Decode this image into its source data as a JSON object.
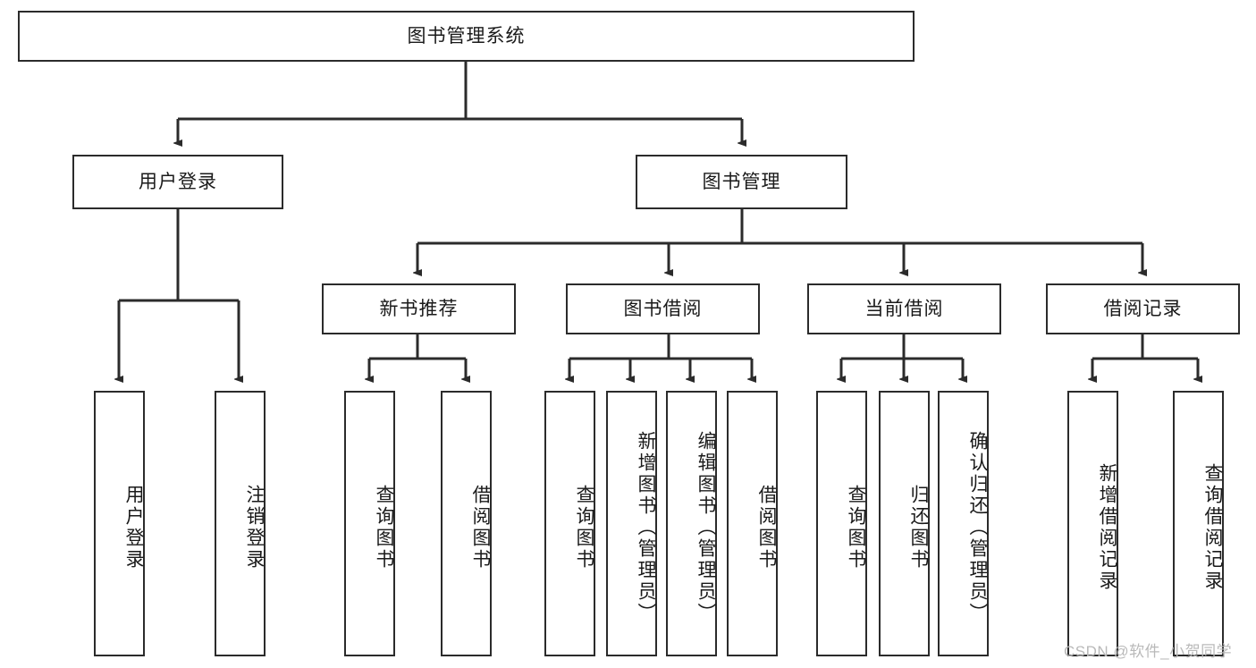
{
  "diagram": {
    "title": "图书管理系统",
    "root": {
      "label": "图书管理系统"
    },
    "level2": [
      {
        "label": "用户登录"
      },
      {
        "label": "图书管理"
      }
    ],
    "level3": [
      {
        "label": "新书推荐"
      },
      {
        "label": "图书借阅"
      },
      {
        "label": "当前借阅"
      },
      {
        "label": "借阅记录"
      }
    ],
    "leaves": {
      "user_login": [
        {
          "label": "用户登录"
        },
        {
          "label": "注销登录"
        }
      ],
      "new_book_recommend": [
        {
          "label": "查询图书"
        },
        {
          "label": "借阅图书"
        }
      ],
      "book_borrow": [
        {
          "label": "查询图书"
        },
        {
          "label": "新增图书（管理员）"
        },
        {
          "label": "编辑图书（管理员）"
        },
        {
          "label": "借阅图书"
        }
      ],
      "current_borrow": [
        {
          "label": "查询图书"
        },
        {
          "label": "归还图书"
        },
        {
          "label": "确认归还（管理员）"
        }
      ],
      "borrow_record": [
        {
          "label": "新增借阅记录"
        },
        {
          "label": "查询借阅记录"
        }
      ]
    }
  },
  "watermark": {
    "text": "CSDN @软件_小贺同学"
  },
  "colors": {
    "border": "#2b2b2b",
    "text": "#1a1a1a",
    "background": "#ffffff",
    "watermark": "#b9b9b9"
  }
}
